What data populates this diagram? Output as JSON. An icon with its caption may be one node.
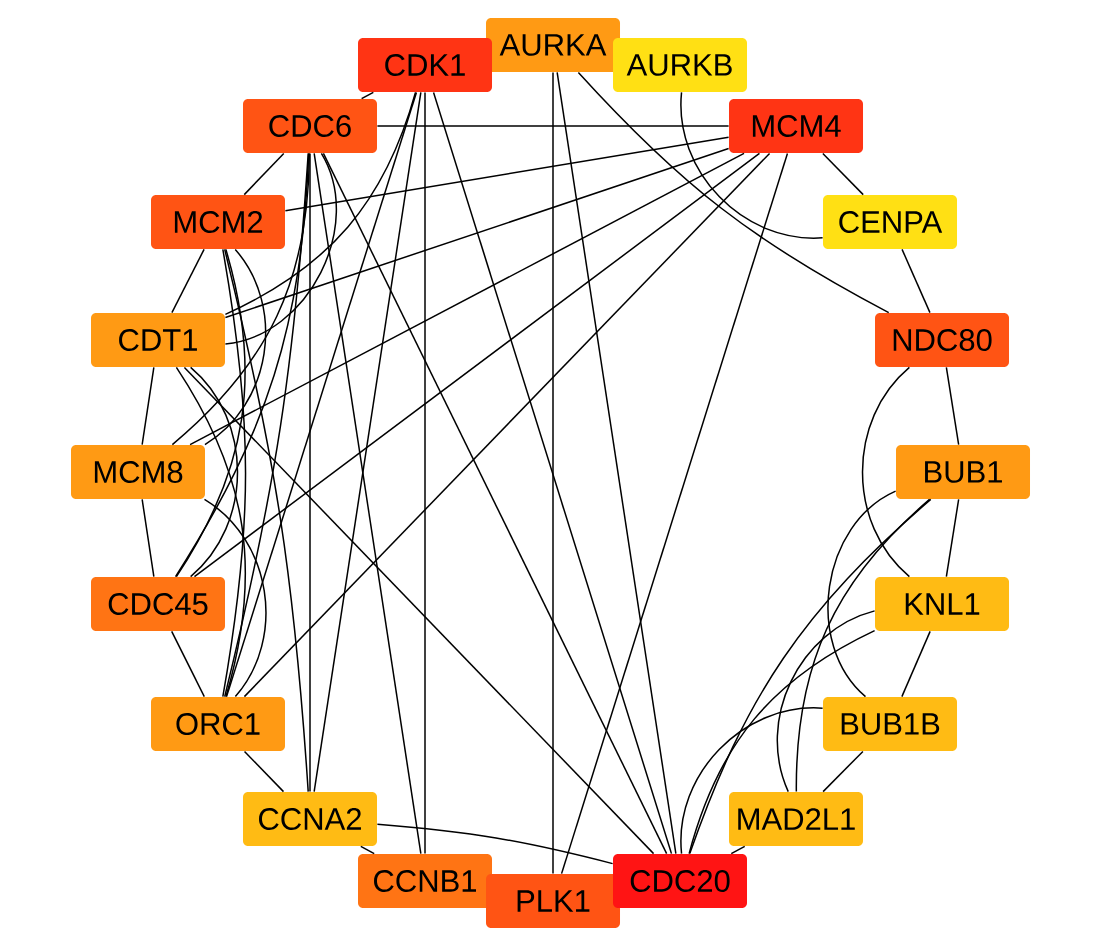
{
  "diagram": {
    "nodes": [
      {
        "text": [
          "AURKA"
        ]
      },
      {
        "text": [
          "CDK1"
        ]
      },
      {
        "text": [
          "AURKB"
        ]
      },
      {
        "text": [
          "CDC6"
        ]
      },
      {
        "text": [
          "MCM4"
        ]
      },
      {
        "text": [
          "MCM2"
        ]
      },
      {
        "text": [
          "CENPA"
        ]
      },
      {
        "text": [
          "CDT1"
        ]
      },
      {
        "text": [
          "NDC80"
        ]
      },
      {
        "text": [
          "MCM8"
        ]
      },
      {
        "text": [
          "BUB1"
        ]
      },
      {
        "text": [
          "CDC45"
        ]
      },
      {
        "text": [
          "KNL1"
        ]
      },
      {
        "text": [
          "ORC1"
        ]
      },
      {
        "text": [
          "BUB1B"
        ]
      },
      {
        "text": [
          "CCNA2"
        ]
      },
      {
        "text": [
          "MAD2L1"
        ]
      },
      {
        "text": [
          "CCNB1"
        ]
      },
      {
        "text": [
          "CDC20"
        ]
      },
      {
        "text": [
          "PLK1"
        ]
      }
    ],
    "edges": [
      {
        "from": 3,
        "to": 4,
        "arrow": "none"
      },
      {
        "from": 5,
        "to": 4,
        "arrow": "none"
      },
      {
        "from": 7,
        "to": 4,
        "arrow": "none"
      },
      {
        "from": 9,
        "to": 4,
        "arrow": "none"
      },
      {
        "from": 11,
        "to": 4,
        "arrow": "none"
      },
      {
        "from": 13,
        "to": 4,
        "arrow": "none"
      },
      {
        "from": 4,
        "to": 19,
        "arrow": "none"
      },
      {
        "from": 4,
        "to": 6,
        "arrow": "none"
      },
      {
        "from": 2,
        "to": 6,
        "arrow": "none"
      },
      {
        "from": 0,
        "to": 8,
        "arrow": "none"
      },
      {
        "from": 0,
        "to": 19,
        "arrow": "none"
      },
      {
        "from": 0,
        "to": 18,
        "arrow": "none"
      },
      {
        "from": 6,
        "to": 8,
        "arrow": "none"
      },
      {
        "from": 1,
        "to": 3,
        "arrow": "none"
      },
      {
        "from": 1,
        "to": 7,
        "arrow": "none"
      },
      {
        "from": 1,
        "to": 13,
        "arrow": "none"
      },
      {
        "from": 1,
        "to": 15,
        "arrow": "none"
      },
      {
        "from": 1,
        "to": 17,
        "arrow": "none"
      },
      {
        "from": 1,
        "to": 18,
        "arrow": "none"
      },
      {
        "from": 3,
        "to": 5,
        "arrow": "none"
      },
      {
        "from": 3,
        "to": 7,
        "arrow": "none"
      },
      {
        "from": 3,
        "to": 9,
        "arrow": "none"
      },
      {
        "from": 3,
        "to": 11,
        "arrow": "none"
      },
      {
        "from": 3,
        "to": 13,
        "arrow": "none"
      },
      {
        "from": 3,
        "to": 15,
        "arrow": "none"
      },
      {
        "from": 3,
        "to": 17,
        "arrow": "none"
      },
      {
        "from": 3,
        "to": 18,
        "arrow": "none"
      },
      {
        "from": 5,
        "to": 7,
        "arrow": "none"
      },
      {
        "from": 5,
        "to": 9,
        "arrow": "none"
      },
      {
        "from": 5,
        "to": 11,
        "arrow": "none"
      },
      {
        "from": 5,
        "to": 13,
        "arrow": "none"
      },
      {
        "from": 5,
        "to": 15,
        "arrow": "none"
      },
      {
        "from": 7,
        "to": 9,
        "arrow": "none"
      },
      {
        "from": 7,
        "to": 11,
        "arrow": "none"
      },
      {
        "from": 7,
        "to": 13,
        "arrow": "none"
      },
      {
        "from": 7,
        "to": 18,
        "arrow": "none"
      },
      {
        "from": 9,
        "to": 11,
        "arrow": "none"
      },
      {
        "from": 9,
        "to": 13,
        "arrow": "none"
      },
      {
        "from": 11,
        "to": 13,
        "arrow": "none"
      },
      {
        "from": 13,
        "to": 15,
        "arrow": "none"
      },
      {
        "from": 15,
        "to": 17,
        "arrow": "none"
      },
      {
        "from": 15,
        "to": 18,
        "arrow": "none"
      },
      {
        "from": 8,
        "to": 10,
        "arrow": "none"
      },
      {
        "from": 8,
        "to": 12,
        "arrow": "none"
      },
      {
        "from": 10,
        "to": 12,
        "arrow": "none"
      },
      {
        "from": 10,
        "to": 14,
        "arrow": "none"
      },
      {
        "from": 10,
        "to": 16,
        "arrow": "none"
      },
      {
        "from": 10,
        "to": 18,
        "arrow": "none"
      },
      {
        "from": 12,
        "to": 14,
        "arrow": "none"
      },
      {
        "from": 12,
        "to": 16,
        "arrow": "none"
      },
      {
        "from": 12,
        "to": 18,
        "arrow": "none"
      },
      {
        "from": 14,
        "to": 16,
        "arrow": "none"
      },
      {
        "from": 14,
        "to": 18,
        "arrow": "none"
      },
      {
        "from": 16,
        "to": 18,
        "arrow": "none"
      }
    ]
  }
}
